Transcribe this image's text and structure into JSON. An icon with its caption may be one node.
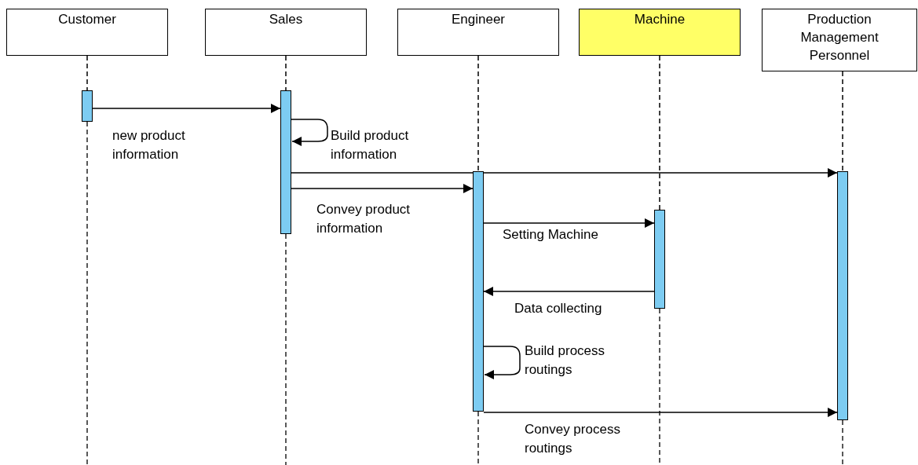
{
  "diagram": {
    "nodes": [
      {
        "text": [
          "Customer"
        ]
      },
      {
        "text": [
          "Sales"
        ]
      },
      {
        "text": [
          "Engineer"
        ]
      },
      {
        "text": [
          "Machine"
        ]
      },
      {
        "text": [
          "Production Management Personnel"
        ]
      },
      {
        "text": [],
        "shape": "bar"
      },
      {
        "text": [],
        "shape": "bar"
      },
      {
        "text": [],
        "shape": "bar"
      },
      {
        "text": [],
        "shape": "bar"
      },
      {
        "text": [],
        "shape": "bar"
      }
    ],
    "edges": [
      {
        "from": 0,
        "to": 5,
        "arrow": "none",
        "style": "dashed"
      },
      {
        "from": 1,
        "to": 6,
        "arrow": "none",
        "style": "dashed"
      },
      {
        "from": 2,
        "to": 7,
        "arrow": "none",
        "style": "dashed"
      },
      {
        "from": 3,
        "to": 8,
        "arrow": "none",
        "style": "dashed"
      },
      {
        "from": 4,
        "to": 9,
        "arrow": "none",
        "style": "dashed"
      },
      {
        "from": 5,
        "to": 6,
        "arrow": "to",
        "label": "new product information"
      },
      {
        "from": 6,
        "to": 6,
        "arrow": "to",
        "label": "Build product information"
      },
      {
        "from": 6,
        "to": 9,
        "arrow": "to"
      },
      {
        "from": 6,
        "to": 7,
        "arrow": "to",
        "label": "Convey product information"
      },
      {
        "from": 7,
        "to": 8,
        "arrow": "to",
        "label": "Setting Machine"
      },
      {
        "from": 8,
        "to": 7,
        "arrow": "to",
        "label": "Data collecting"
      },
      {
        "from": 7,
        "to": 7,
        "arrow": "to",
        "label": "Build process routings"
      },
      {
        "from": 7,
        "to": 9,
        "arrow": "to",
        "label": "Convey process routings"
      }
    ]
  }
}
